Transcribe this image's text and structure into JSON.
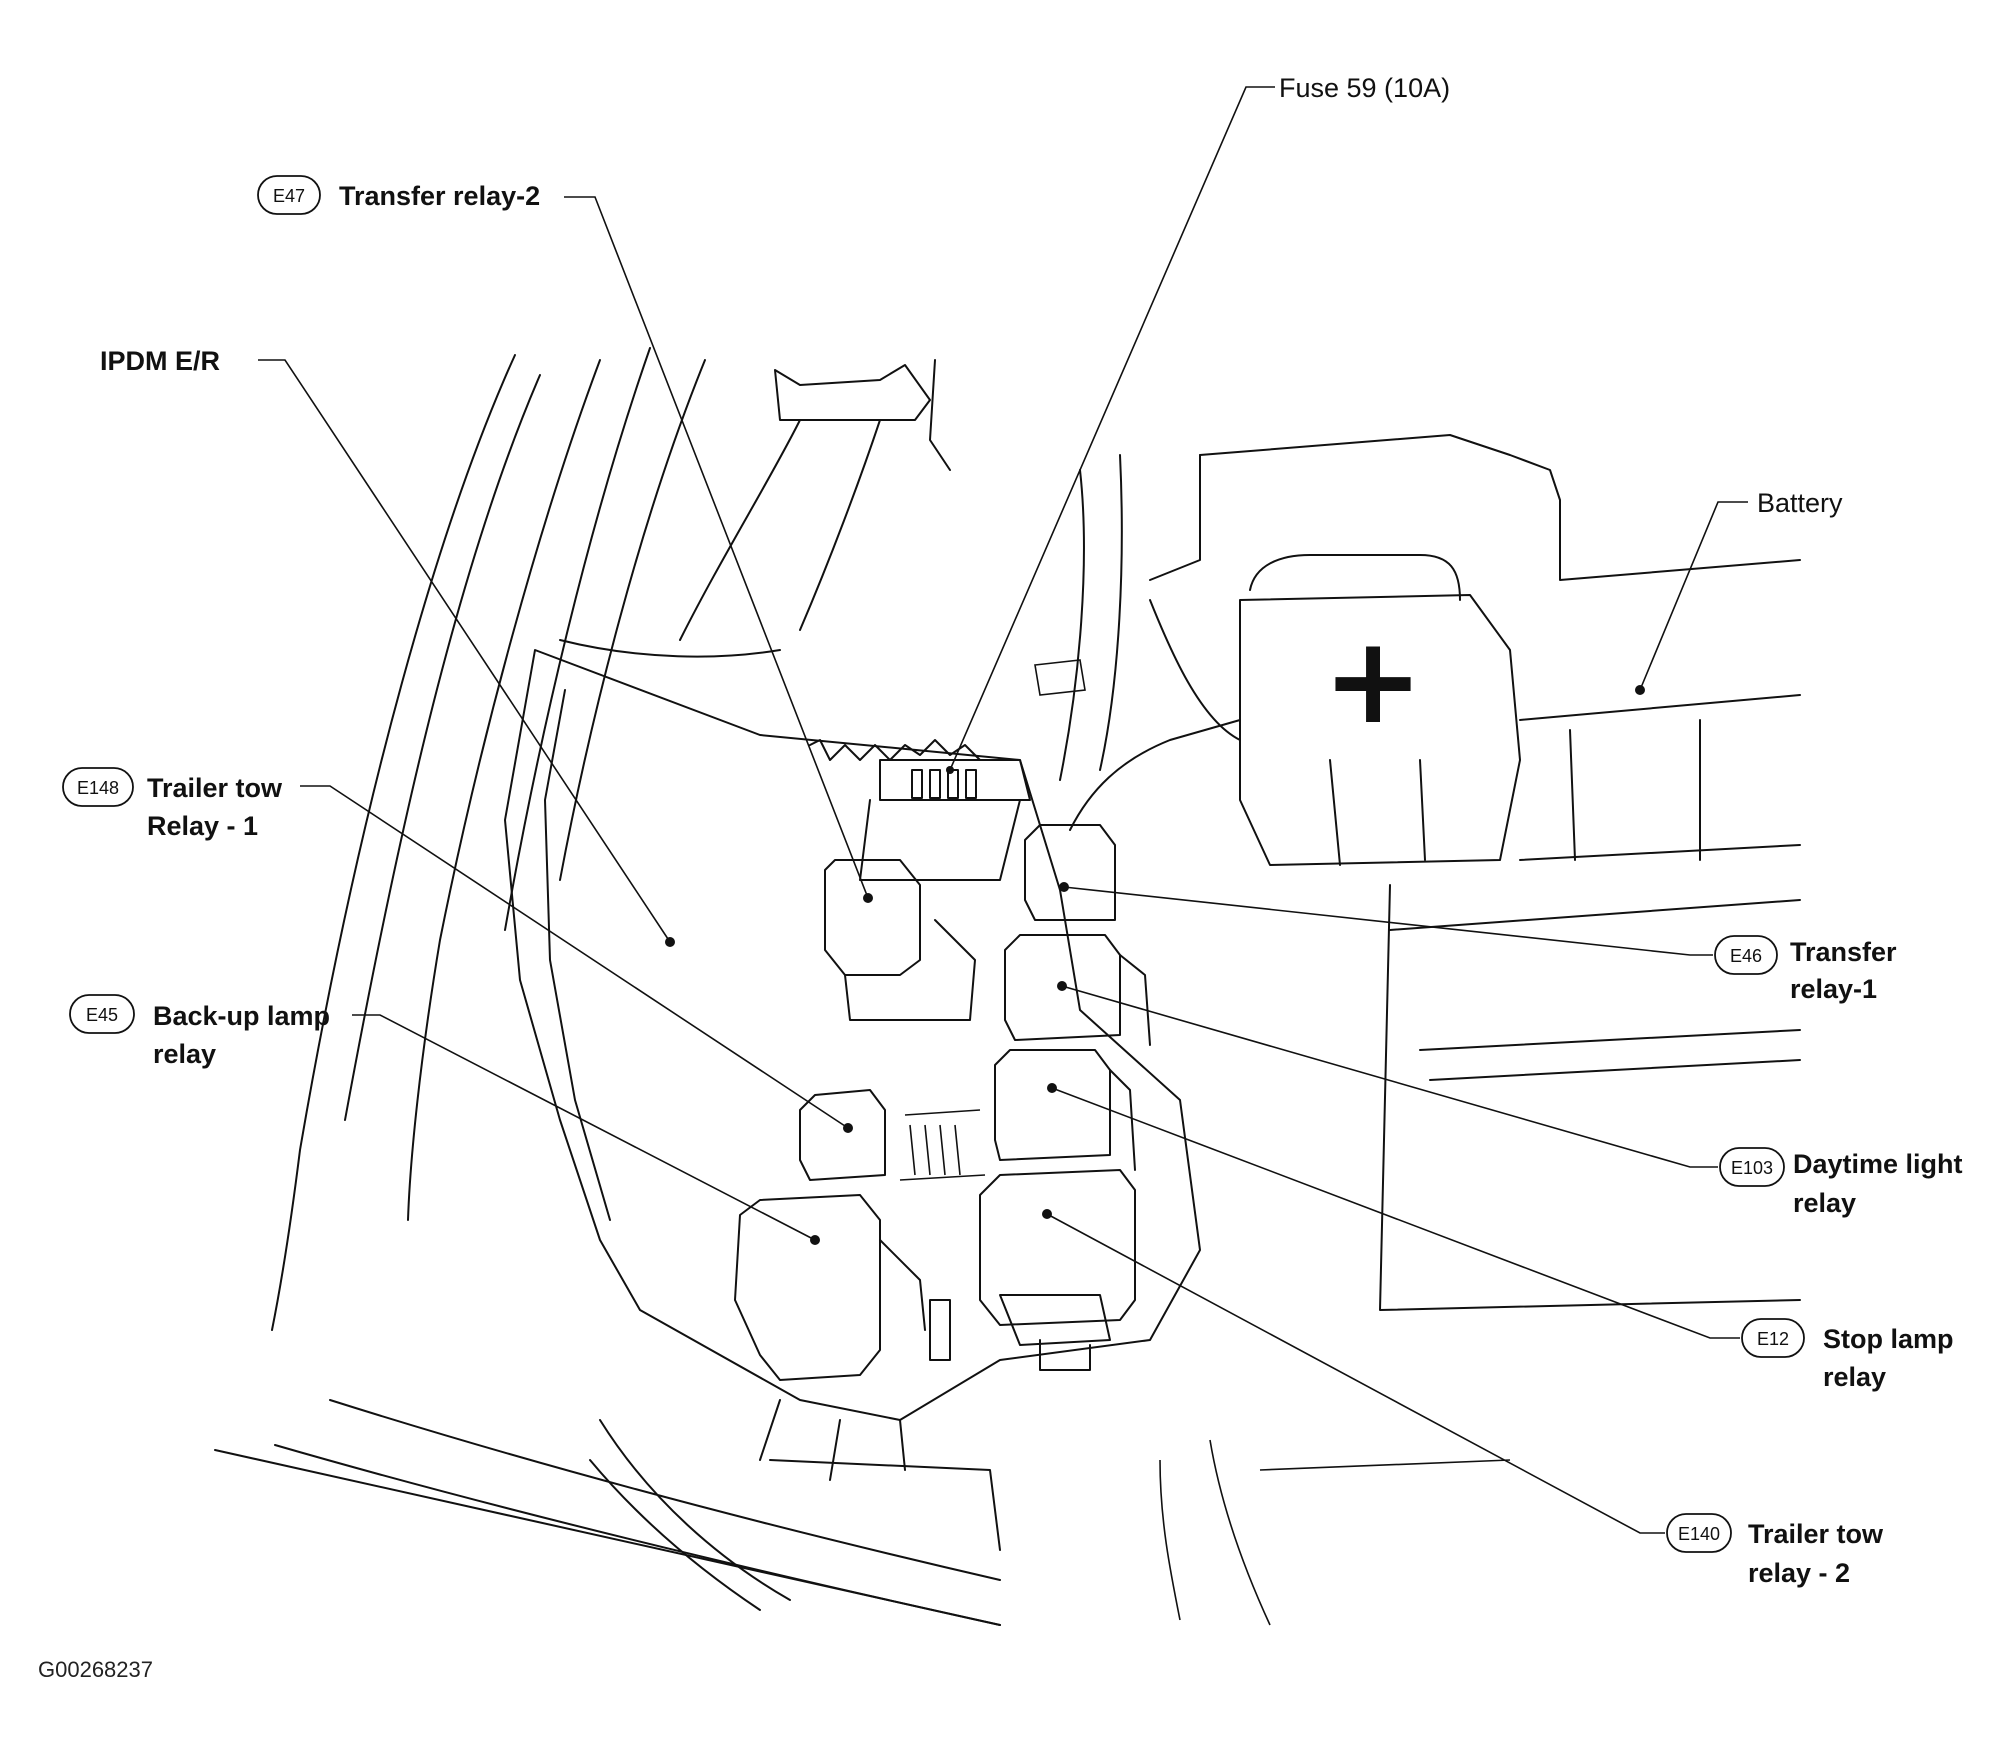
{
  "figure_id": "G00268237",
  "callouts": [
    {
      "key": "fuse59",
      "badge": "",
      "lines": [
        "Fuse 59 (10A)"
      ]
    },
    {
      "key": "e47",
      "badge": "E47",
      "lines": [
        "Transfer relay-2"
      ]
    },
    {
      "key": "ipdm",
      "badge": "",
      "lines": [
        "IPDM E/R"
      ]
    },
    {
      "key": "battery",
      "badge": "",
      "lines": [
        "Battery"
      ]
    },
    {
      "key": "e148",
      "badge": "E148",
      "lines": [
        "Trailer tow",
        "Relay - 1"
      ]
    },
    {
      "key": "e45",
      "badge": "E45",
      "lines": [
        "Back-up lamp",
        "relay"
      ]
    },
    {
      "key": "e46",
      "badge": "E46",
      "lines": [
        "Transfer",
        "relay-1"
      ]
    },
    {
      "key": "e103",
      "badge": "E103",
      "lines": [
        "Daytime light",
        "relay"
      ]
    },
    {
      "key": "e12",
      "badge": "E12",
      "lines": [
        "Stop lamp",
        "relay"
      ]
    },
    {
      "key": "e140",
      "badge": "E140",
      "lines": [
        "Trailer tow",
        "relay - 2"
      ]
    }
  ],
  "battery_symbol": "+"
}
